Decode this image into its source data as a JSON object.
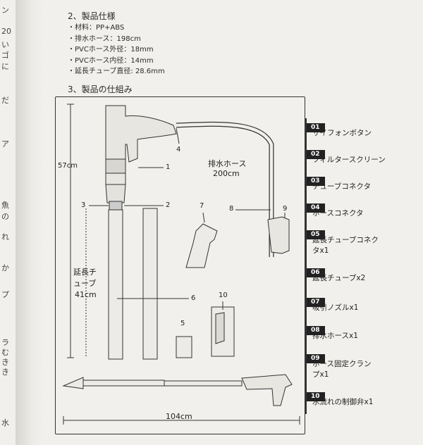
{
  "left_margin_chars": [
    "ン",
    "20",
    "い",
    "ゴ",
    "に",
    "だ",
    "ア",
    "魚の",
    "れ",
    "か",
    "プ",
    "ラ",
    "む",
    "き",
    "き",
    "水"
  ],
  "spec": {
    "title": "2、製品仕様",
    "items": [
      "・材料：PP+ABS",
      "・排水ホース：198cm",
      "・PVCホース外径：18mm",
      "・PVCホース内径：14mm",
      "・延長チューブ直径: 28.6mm"
    ]
  },
  "structure": {
    "title": "3、製品の仕組み",
    "labels": {
      "height": "57cm",
      "hose_title": "排水ホース",
      "hose_length": "200cm",
      "tube_title_1": "延長チ",
      "tube_title_2": "ューブ",
      "tube_length": "41cm",
      "total_length": "104cm"
    },
    "callouts": [
      "1",
      "2",
      "3",
      "4",
      "5",
      "6",
      "7",
      "8",
      "9",
      "10"
    ]
  },
  "parts": [
    {
      "num": "01",
      "name": "サイフォンボタン"
    },
    {
      "num": "02",
      "name": "フィルタースクリーン"
    },
    {
      "num": "03",
      "name": "チューブコネクタ"
    },
    {
      "num": "04",
      "name": "ホースコネクタ"
    },
    {
      "num": "05",
      "name": "延長チューブコネク\nタx1"
    },
    {
      "num": "06",
      "name": "延長チューブx2"
    },
    {
      "num": "07",
      "name": "吸引ノズルx1"
    },
    {
      "num": "08",
      "name": "排水ホースx1"
    },
    {
      "num": "09",
      "name": "ホース固定クラン\nプx1"
    },
    {
      "num": "10",
      "name": "水流れの制御弁x1"
    }
  ]
}
